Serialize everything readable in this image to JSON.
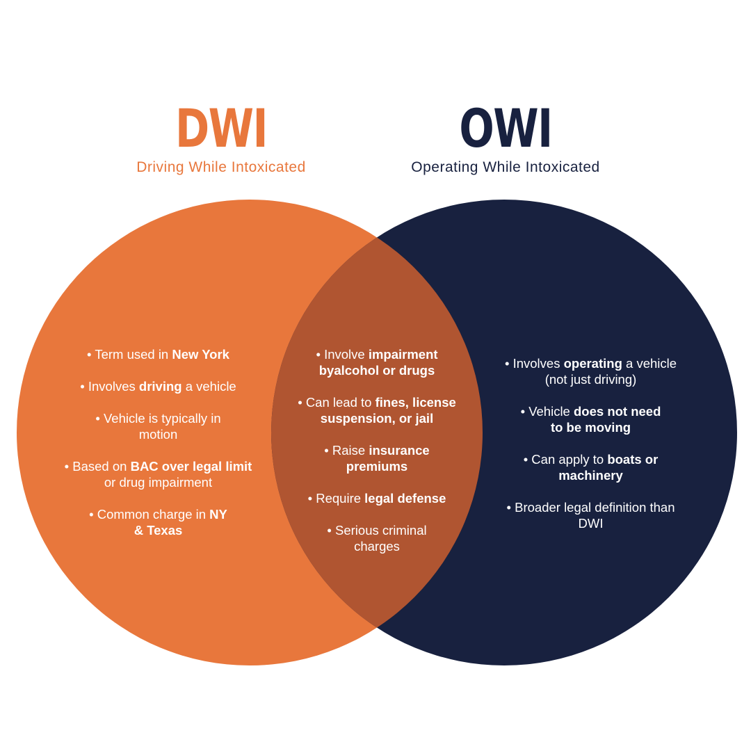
{
  "colors": {
    "dwi": "#e8773c",
    "owi": "#18213f",
    "overlap": "#b05531",
    "text_on_circle": "#ffffff"
  },
  "dwi": {
    "title": "DWI",
    "subtitle": "Driving While Intoxicated",
    "items": [
      {
        "pre": "• Term used in ",
        "bold": "New York",
        "post": ""
      },
      {
        "pre": "• Involves ",
        "bold": "driving",
        "post": " a vehicle"
      },
      {
        "pre": "• Vehicle is typically in motion",
        "bold": "",
        "post": ""
      },
      {
        "pre": "• Based on ",
        "bold": "BAC over legal limit",
        "post": " or drug impairment"
      },
      {
        "pre": "• Common charge in ",
        "bold": "NY & Texas",
        "post": ""
      }
    ]
  },
  "shared": {
    "items": [
      {
        "pre": "• Involve ",
        "bold": "impairment byalcohol or drugs",
        "post": ""
      },
      {
        "pre": "• Can lead to ",
        "bold": "fines, license suspension, or jail",
        "post": ""
      },
      {
        "pre": "• Raise ",
        "bold": "insurance premiums",
        "post": ""
      },
      {
        "pre": "• Require ",
        "bold": "legal defense",
        "post": ""
      },
      {
        "pre": "• Serious criminal charges",
        "bold": "",
        "post": ""
      }
    ]
  },
  "owi": {
    "title": "OWI",
    "subtitle": "Operating While Intoxicated",
    "items": [
      {
        "pre": "• Involves ",
        "bold": "operating",
        "post": " a vehicle (not just driving)"
      },
      {
        "pre": "• Vehicle ",
        "bold": "does not need to be moving",
        "post": ""
      },
      {
        "pre": "• Can apply to ",
        "bold": "boats or machinery",
        "post": ""
      },
      {
        "pre": "• Broader legal definition than DWI",
        "bold": "",
        "post": ""
      }
    ]
  }
}
